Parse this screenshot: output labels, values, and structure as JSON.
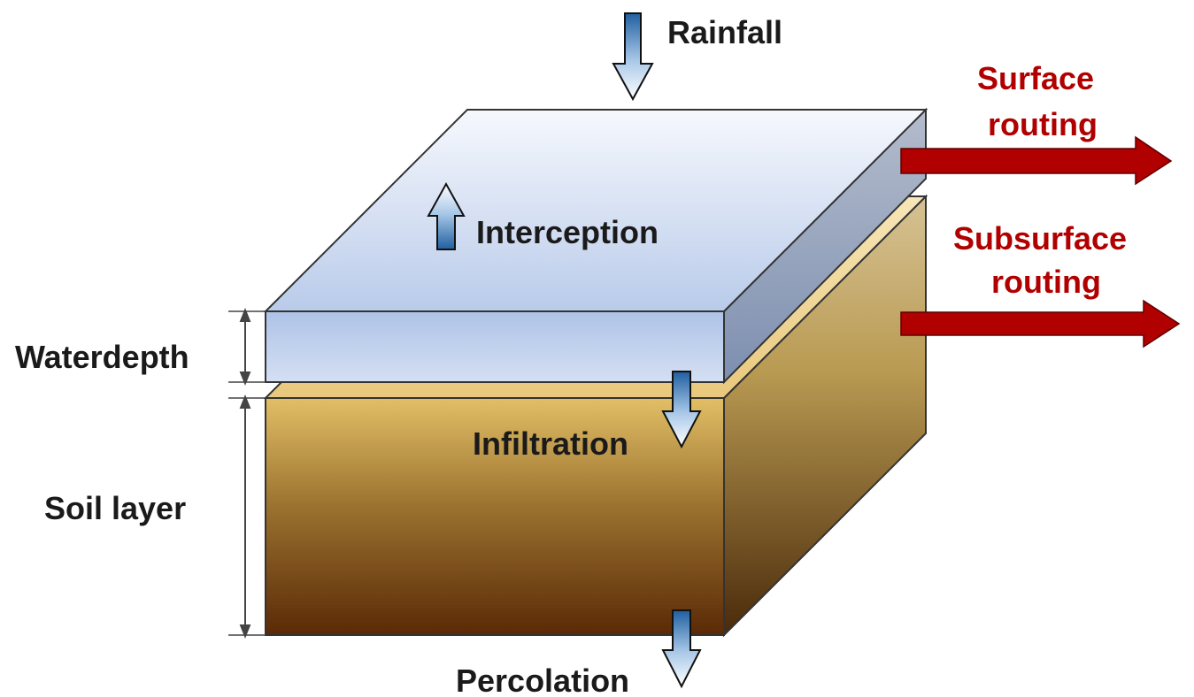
{
  "labels": {
    "rainfall": "Rainfall",
    "interception": "Interception",
    "surface_routing_1": "Surface",
    "surface_routing_2": "routing",
    "subsurface_routing_1": "Subsurface",
    "subsurface_routing_2": "routing",
    "waterdepth": "Waterdepth",
    "soil_layer": "Soil layer",
    "infiltration": "Infiltration",
    "percolation": "Percolation"
  },
  "colors": {
    "water_top": "#f2f5fc",
    "water_front": "#c0d0ec",
    "soil_top": "#e8c47a",
    "soil_bottom": "#5a2a08",
    "routing_arrow": "#b00000",
    "flow_arrow_dark": "#1f5fa0"
  }
}
